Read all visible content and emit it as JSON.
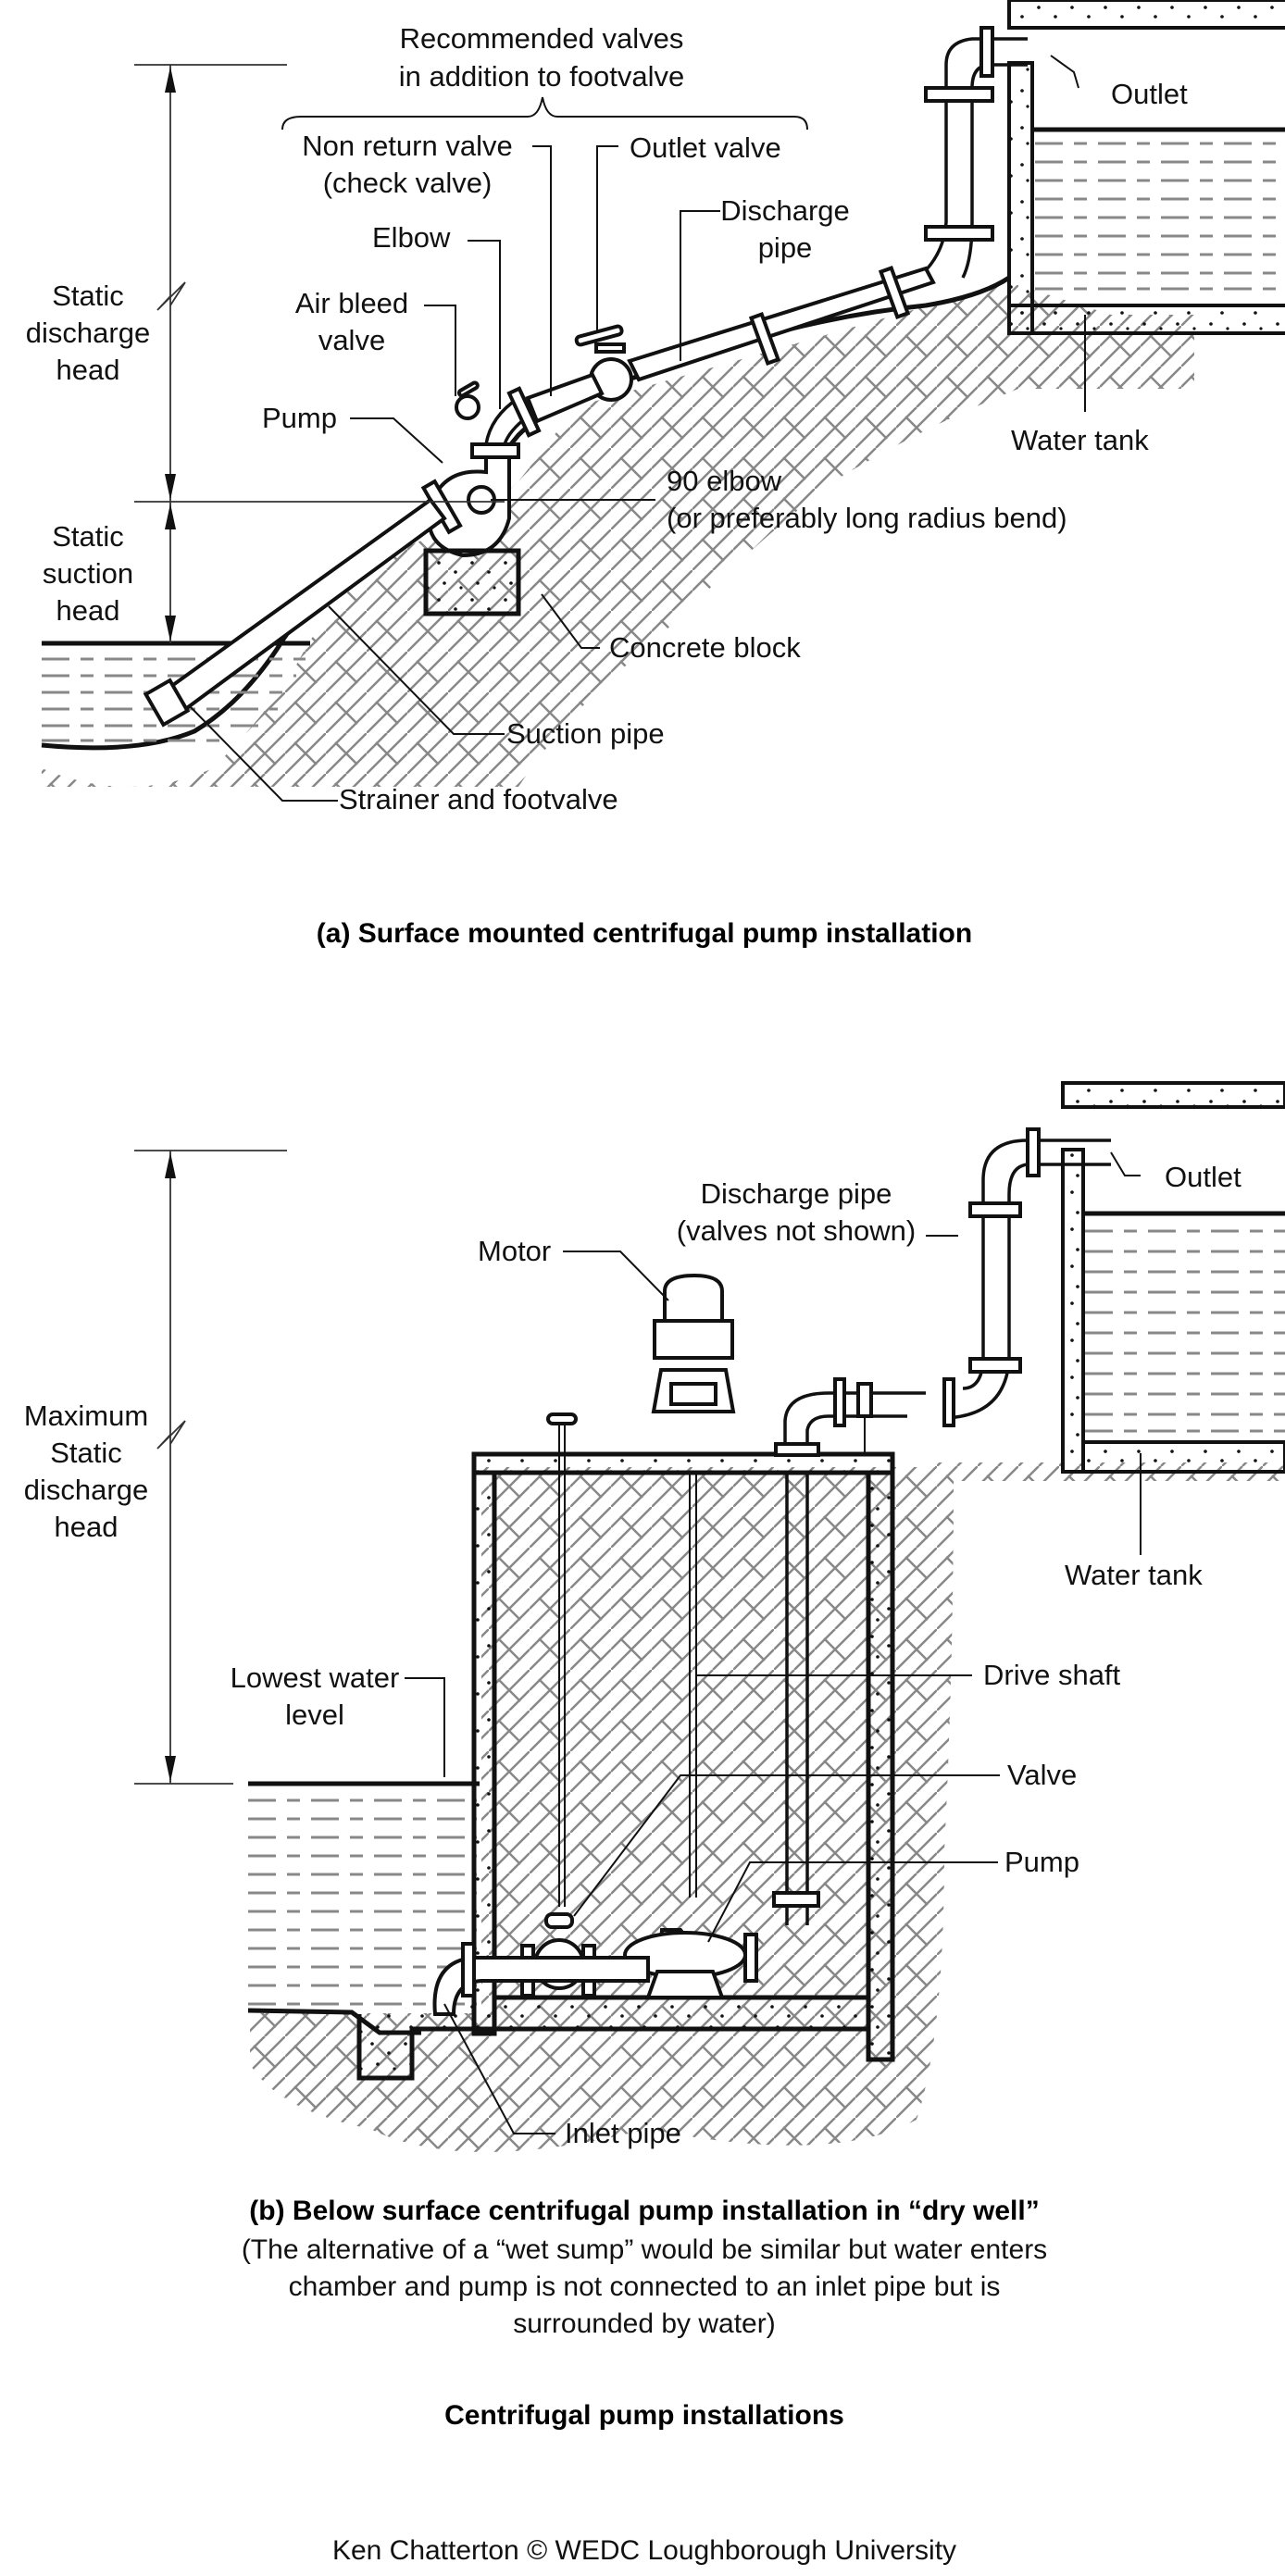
{
  "figure": {
    "title": "Centrifugal pump installations",
    "credit": "Ken Chatterton   ©  WEDC  Loughborough University"
  },
  "panel_a": {
    "caption": "(a) Surface mounted centrifugal pump installation",
    "labels": {
      "recommended_valves": [
        "Recommended valves",
        "in addition to footvalve"
      ],
      "non_return_valve": [
        "Non return valve",
        "(check valve)"
      ],
      "outlet_valve": "Outlet valve",
      "elbow": "Elbow",
      "air_bleed_valve": [
        "Air bleed",
        "valve"
      ],
      "discharge_pipe": [
        "Discharge",
        "pipe"
      ],
      "pump": "Pump",
      "outlet": "Outlet",
      "water_tank": "Water tank",
      "elbow_90": [
        "90 elbow",
        "(or preferably long radius bend)"
      ],
      "concrete_block": "Concrete block",
      "suction_pipe": "Suction pipe",
      "strainer_footvalve": "Strainer and footvalve",
      "static_discharge_head": [
        "Static",
        "discharge",
        "head"
      ],
      "static_suction_head": [
        "Static",
        "suction",
        "head"
      ]
    }
  },
  "panel_b": {
    "caption": "(b) Below surface centrifugal pump installation in “dry well”",
    "note": [
      "(The alternative of a “wet sump” would be similar but water enters",
      "chamber and pump is not connected to an inlet pipe but is",
      "surrounded by water)"
    ],
    "labels": {
      "motor": "Motor",
      "discharge_pipe": [
        "Discharge pipe",
        "(valves not shown)"
      ],
      "outlet": "Outlet",
      "water_tank": "Water tank",
      "max_static_discharge_head": [
        "Maximum",
        "Static",
        "discharge",
        "head"
      ],
      "lowest_water_level": [
        "Lowest water",
        "level"
      ],
      "drive_shaft": "Drive shaft",
      "valve": "Valve",
      "pump": "Pump",
      "inlet_pipe": "Inlet pipe"
    }
  }
}
